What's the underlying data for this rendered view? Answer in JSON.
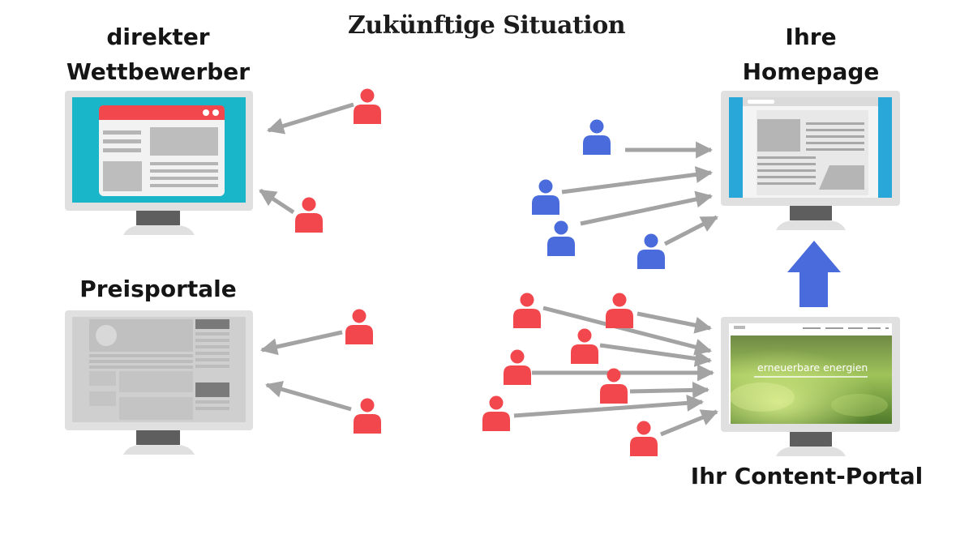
{
  "title": "Zukünftige Situation",
  "labels": {
    "competitor_line1": "direkter",
    "competitor_line2": "Wettbewerber",
    "homepage_line1": "Ihre",
    "homepage_line2": "Homepage",
    "portals": "Preisportale",
    "content_portal": "Ihr Content-Portal"
  },
  "content_portal_screen": {
    "headline": "erneuerbare energien"
  },
  "colors": {
    "red_user": "#f2474d",
    "blue_user": "#4a6bdb",
    "arrow_gray": "#a3a3a3",
    "up_arrow_blue": "#4a6bdb",
    "competitor_screen": "#19b5c9",
    "homepage_accent": "#2aa7d9"
  },
  "icons": {
    "user": "user-icon",
    "monitor": "monitor-icon",
    "arrow": "arrow-icon",
    "up_arrow": "up-arrow-icon"
  }
}
